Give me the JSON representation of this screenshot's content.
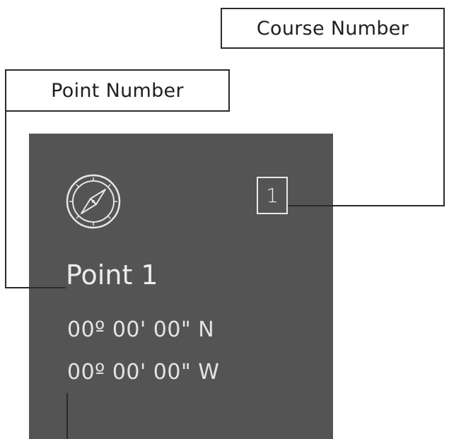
{
  "callouts": {
    "course_number": "Course Number",
    "point_number": "Point Number"
  },
  "card": {
    "icon": "compass-icon",
    "course_number": "1",
    "point_name": "Point 1",
    "latitude": "00º 00' 00\" N",
    "longitude": "00º 00' 00\" W"
  },
  "colors": {
    "card_background": "#545454",
    "card_text": "#ececec",
    "leader_lines": "#2b2b2b"
  }
}
